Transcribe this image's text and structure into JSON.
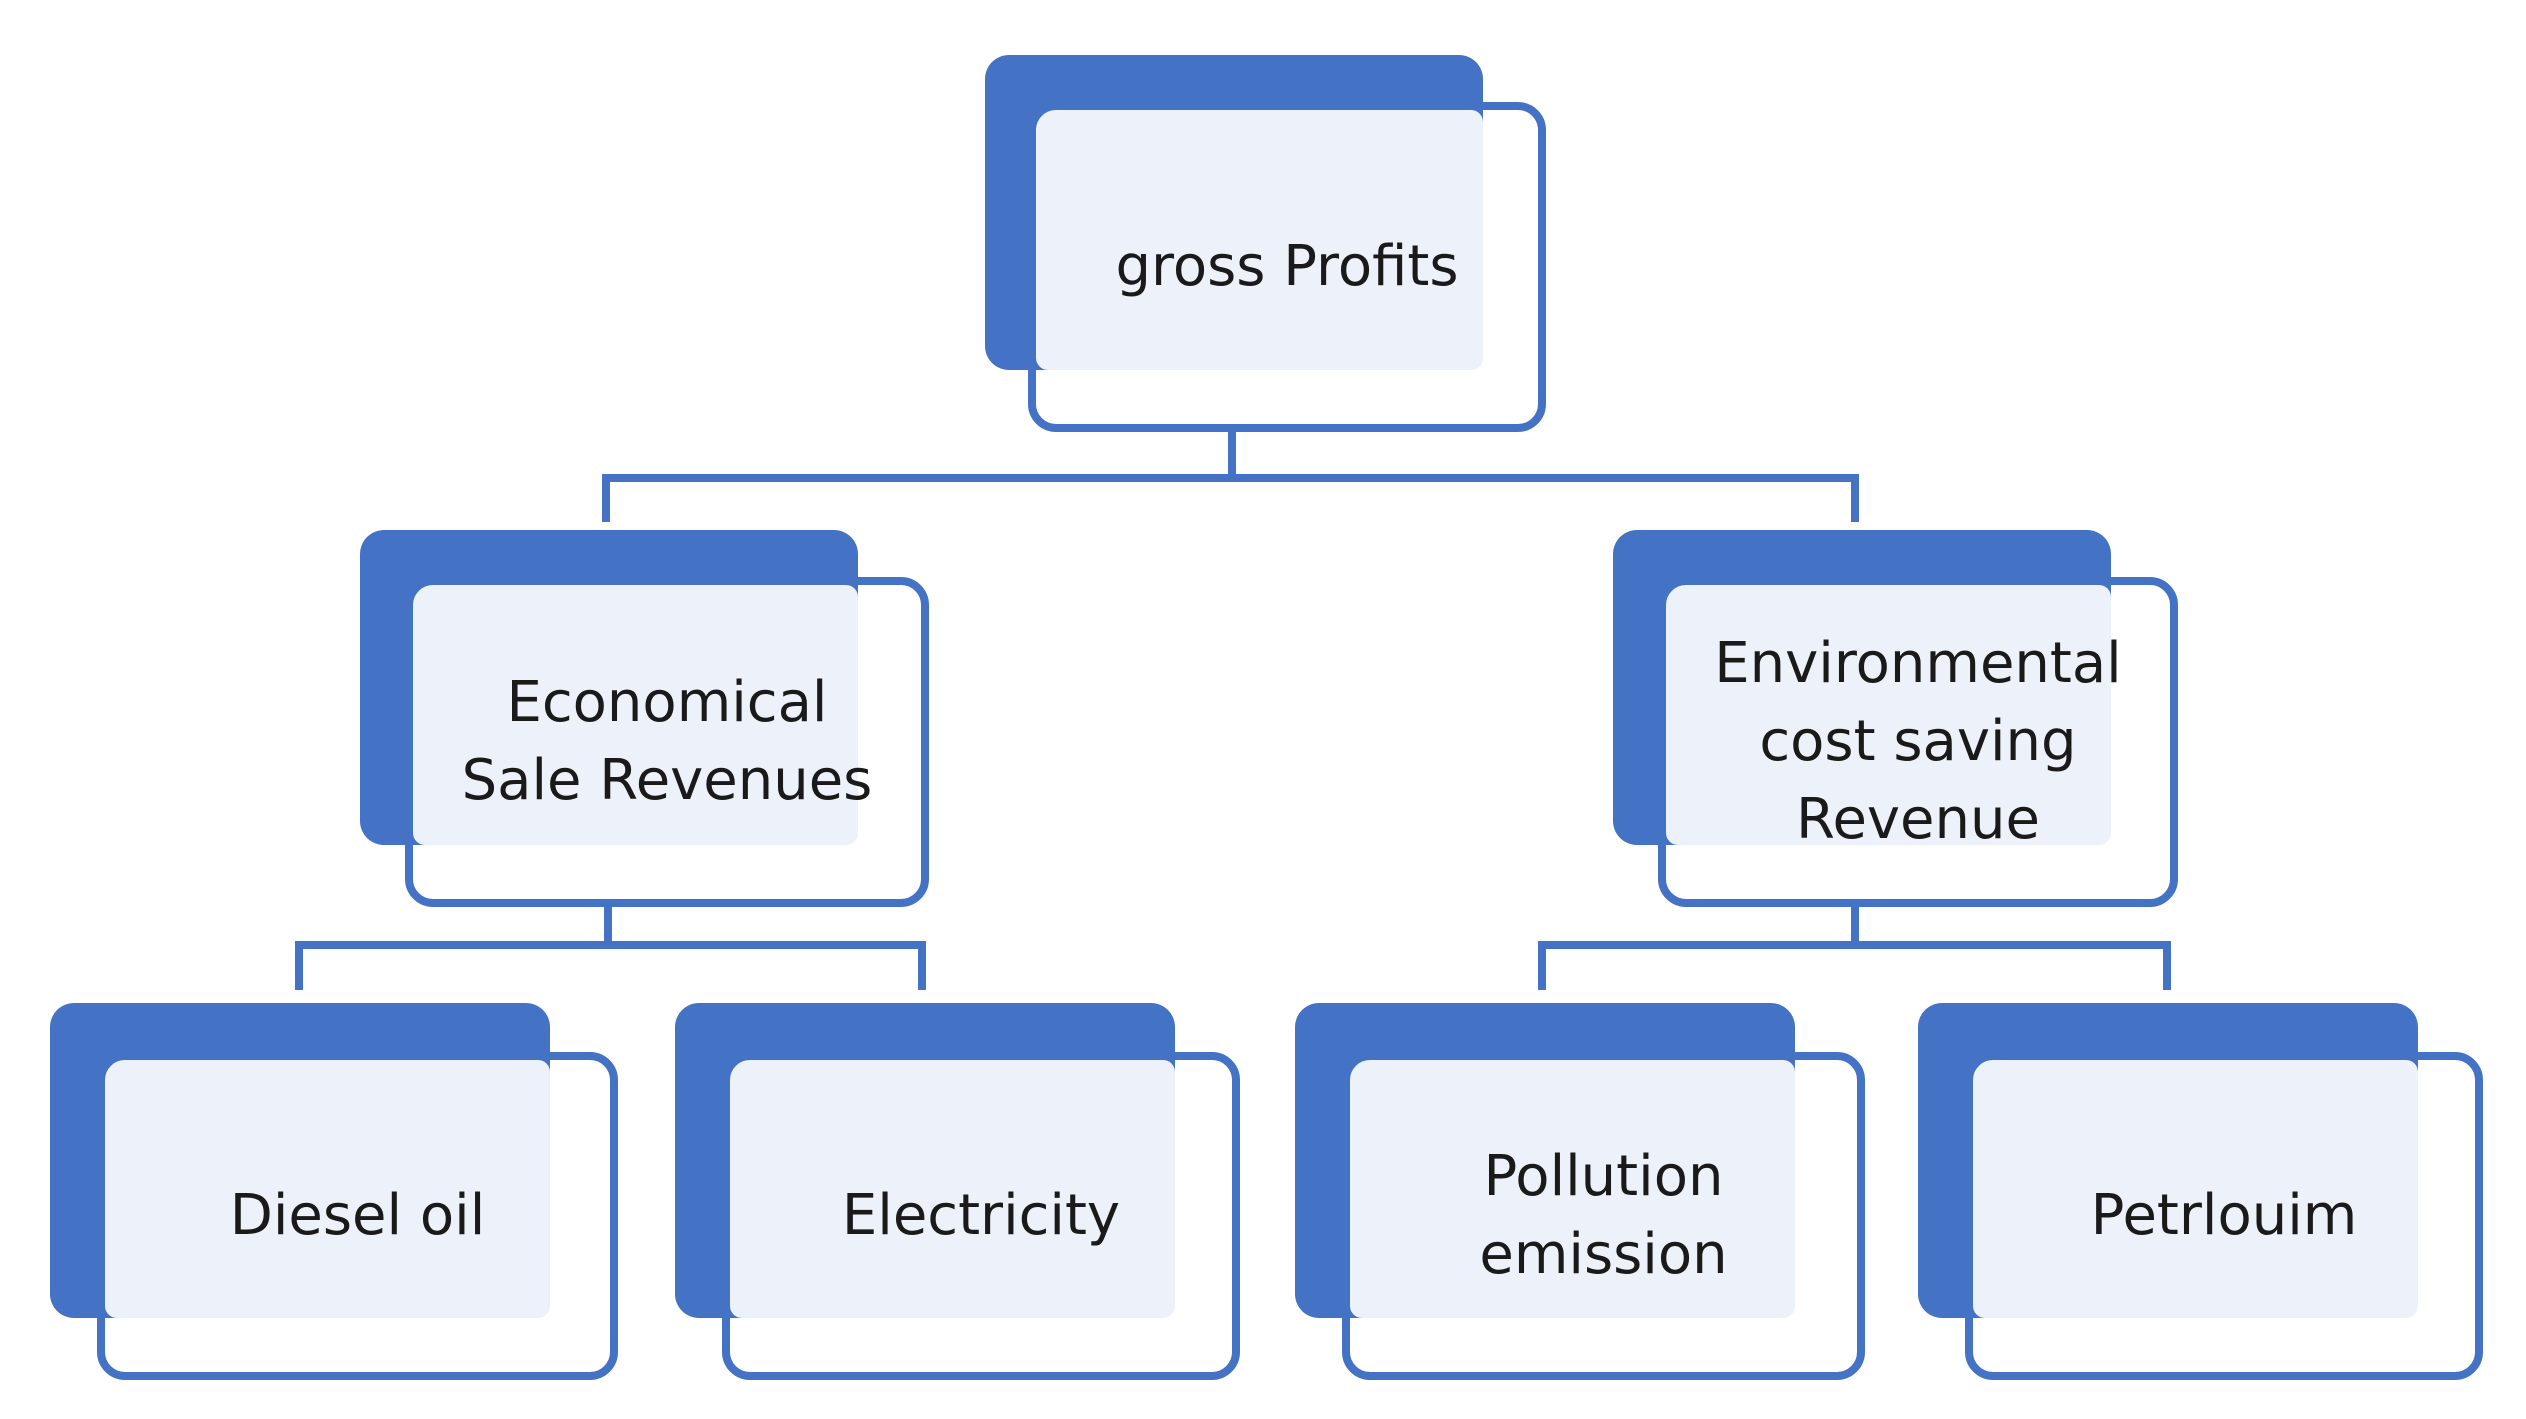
{
  "colors": {
    "accent": "#4472c4",
    "box_fill": "#edf1f9",
    "text": "#1a1a1a",
    "background": "#ffffff"
  },
  "nodes": {
    "root": {
      "label": "gross Profits"
    },
    "economical": {
      "label": "Economical\nSale Revenues"
    },
    "environmental": {
      "label": "Environmental\ncost saving\nRevenue"
    },
    "diesel": {
      "label": "Diesel oil"
    },
    "electricity": {
      "label": "Electricity"
    },
    "pollution": {
      "label": "Pollution\nemission"
    },
    "petroleum": {
      "label": "Petrlouim"
    }
  }
}
